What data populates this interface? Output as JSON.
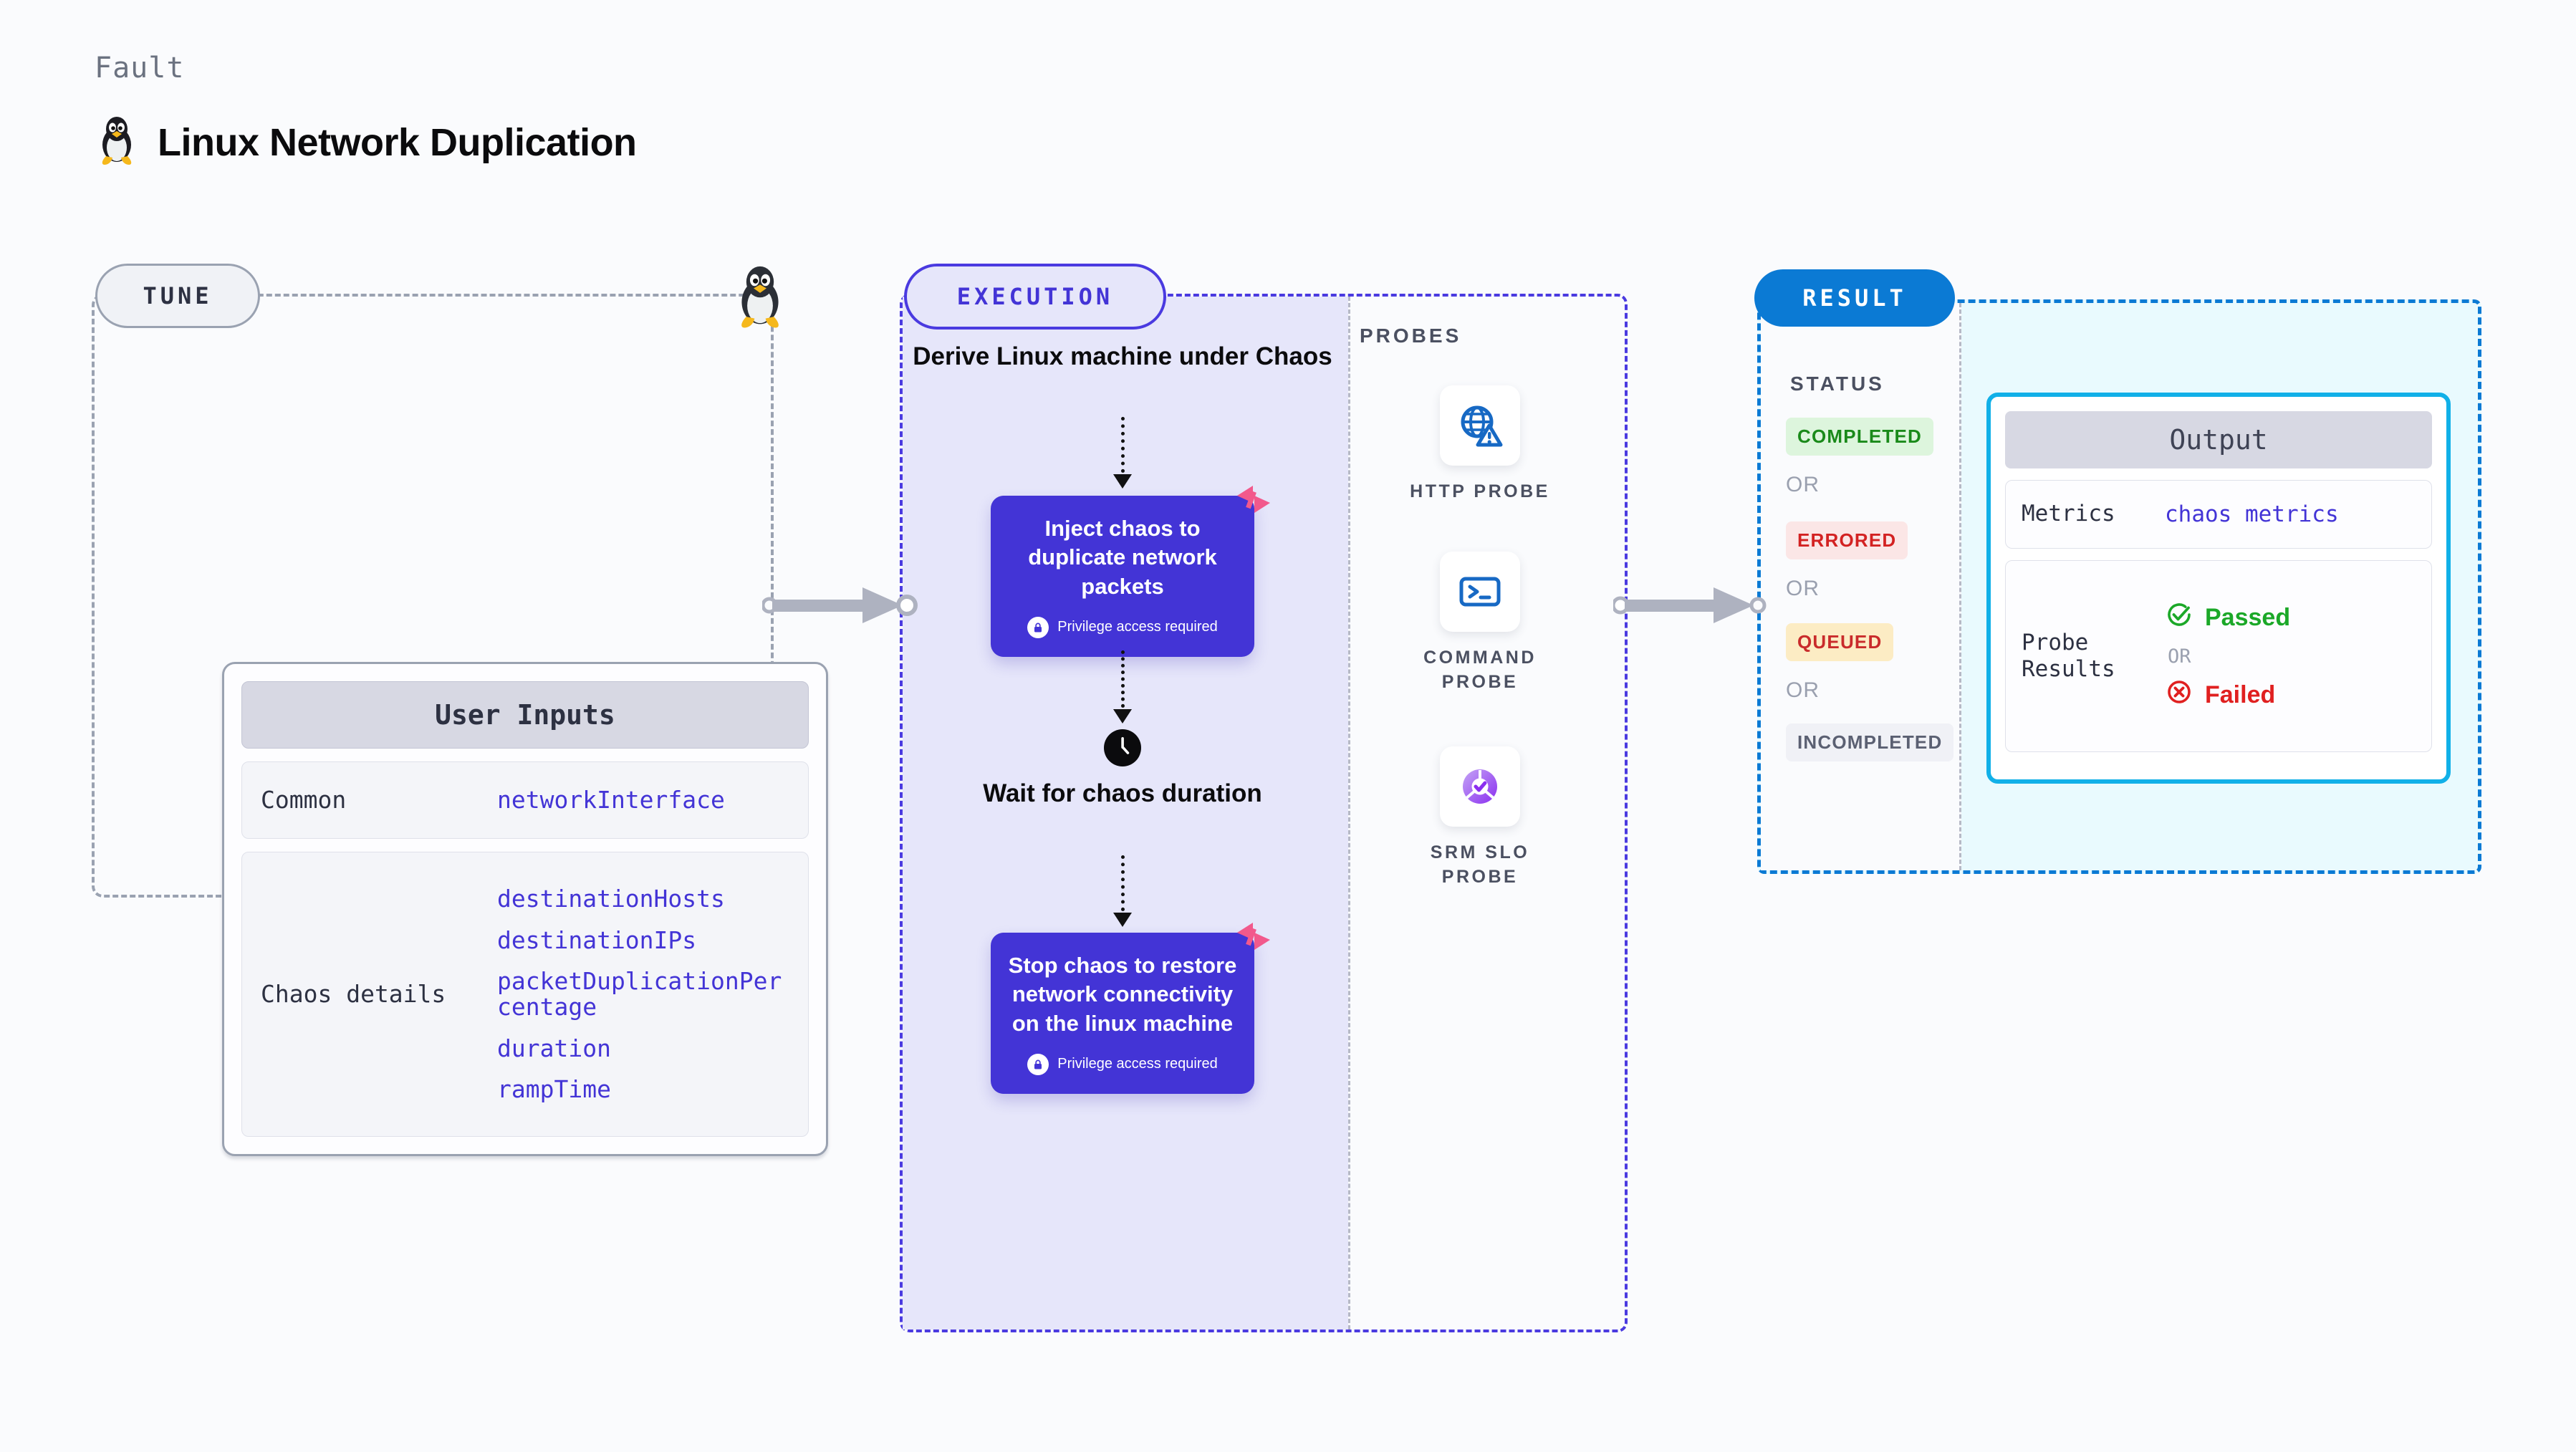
{
  "header": {
    "fault_label": "Fault",
    "title": "Linux Network Duplication",
    "penguin_icon": "linux-penguin-icon"
  },
  "tune": {
    "badge": "TUNE",
    "penguin_icon": "linux-penguin-icon",
    "card_header": "User Inputs",
    "rows": [
      {
        "label": "Common",
        "values": [
          "networkInterface"
        ]
      },
      {
        "label": "Chaos details",
        "values": [
          "destinationHosts",
          "destinationIPs",
          "packetDuplicationPercentage",
          "duration",
          "rampTime"
        ]
      }
    ]
  },
  "execution": {
    "badge": "EXECUTION",
    "steps": [
      {
        "kind": "title",
        "text": "Derive Linux machine under Chaos"
      },
      {
        "kind": "chaos-box",
        "text": "Inject chaos to duplicate network packets",
        "privilege": "Privilege access required",
        "lock_icon": "lock-icon",
        "brand_icon": "harness-logo-icon"
      },
      {
        "kind": "clock-title",
        "icon": "clock-icon",
        "text": "Wait for chaos duration"
      },
      {
        "kind": "chaos-box",
        "text": "Stop chaos to restore network connectivity on the linux machine",
        "privilege": "Privilege access required",
        "lock_icon": "lock-icon",
        "brand_icon": "harness-logo-icon"
      }
    ]
  },
  "probes": {
    "label": "PROBES",
    "items": [
      {
        "name": "HTTP PROBE",
        "icon": "globe-warning-icon"
      },
      {
        "name": "COMMAND PROBE",
        "icon": "terminal-prompt-icon"
      },
      {
        "name": "SRM SLO PROBE",
        "icon": "slo-donut-check-icon"
      }
    ]
  },
  "result": {
    "badge": "RESULT",
    "status_label": "STATUS",
    "or_text": "OR",
    "statuses": [
      {
        "label": "COMPLETED",
        "color": "#1a8a1a",
        "bg": "#ddf5dd"
      },
      {
        "label": "ERRORED",
        "color": "#d32222",
        "bg": "#fbe6e6"
      },
      {
        "label": "QUEUED",
        "color": "#c92b2b",
        "bg": "#fcecc4"
      },
      {
        "label": "INCOMPLETED",
        "color": "#5b6072",
        "bg": "#f0f1f6"
      }
    ],
    "output": {
      "header": "Output",
      "metrics_label": "Metrics",
      "metrics_value": "chaos metrics",
      "probe_results_label": "Probe Results",
      "passed_label": "Passed",
      "passed_color": "#1ba828",
      "passed_icon": "check-circle-icon",
      "or_text": "OR",
      "failed_label": "Failed",
      "failed_color": "#e02020",
      "failed_icon": "x-circle-icon"
    }
  },
  "colors": {
    "page_bg": "#fafbfd",
    "tune_border": "#9aa2b1",
    "execution_accent": "#4334d6",
    "execution_fill": "#e6e6fa",
    "result_accent": "#0b7ad4",
    "result_fill": "#e9fafe",
    "output_border": "#11b0e8",
    "harness_pink": "#f2598c"
  }
}
